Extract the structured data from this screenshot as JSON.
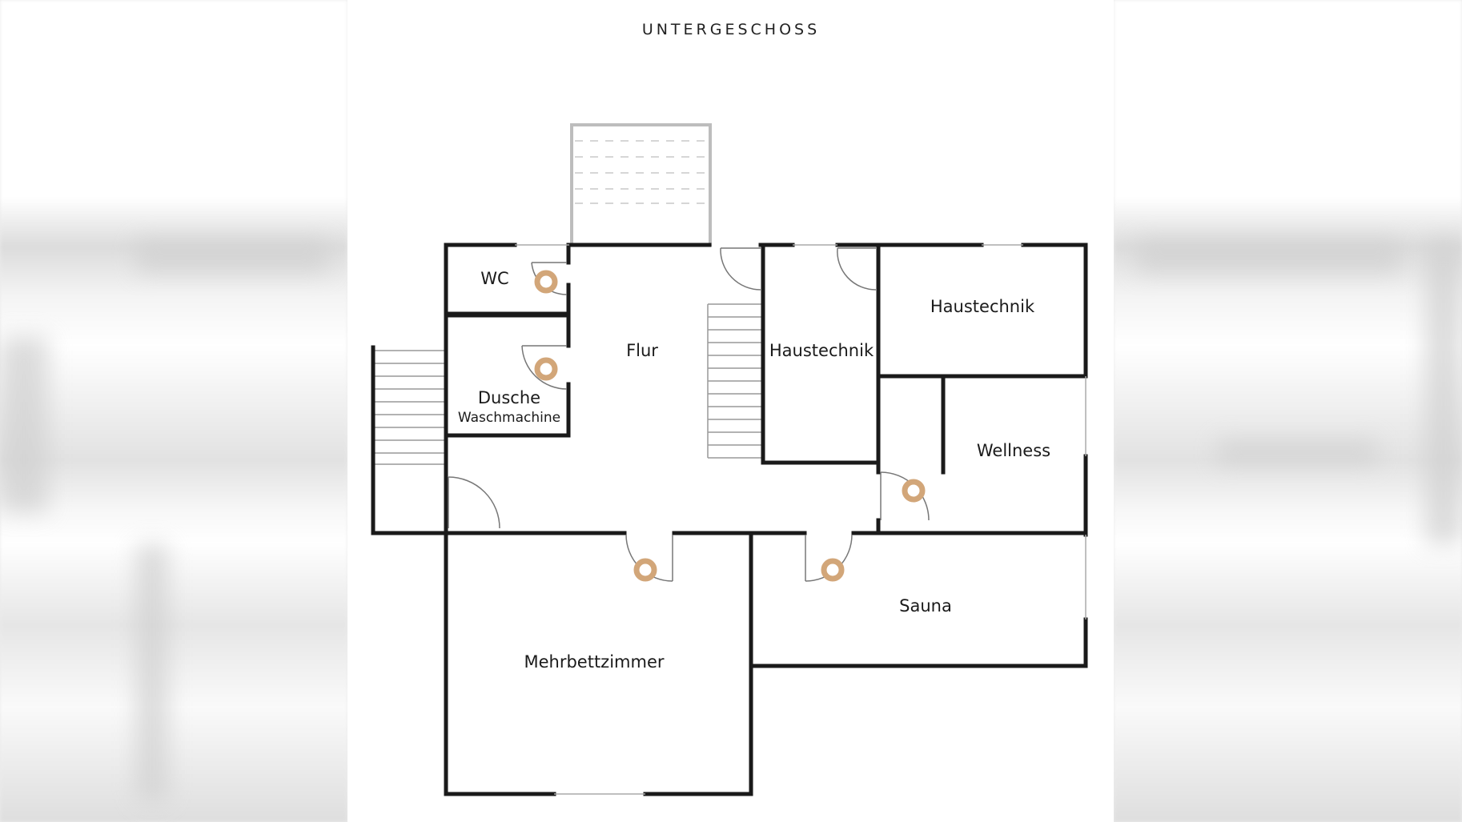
{
  "title": "UNTERGESCHOSS",
  "colors": {
    "wall": "#1a1a1a",
    "door": "#777777",
    "marker": "#d2a679",
    "balcony": "#bdbdbd"
  },
  "rooms": {
    "wc": "WC",
    "flur": "Flur",
    "dusche": "Dusche",
    "waschmaschine": "Waschmachine",
    "haustechnik_1": "Haustechnik",
    "haustechnik_2": "Haustechnik",
    "wellness": "Wellness",
    "sauna": "Sauna",
    "mehrbettzimmer": "Mehrbettzimmer"
  },
  "icons": {
    "marker": "location-marker-icon"
  }
}
